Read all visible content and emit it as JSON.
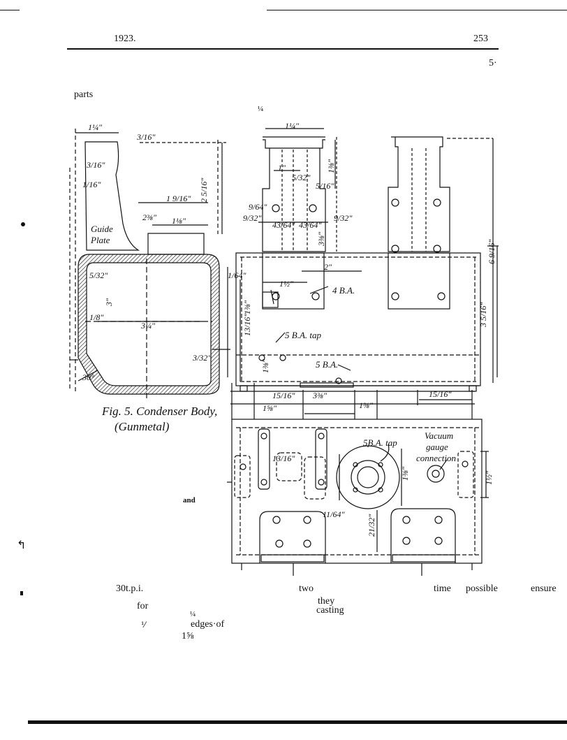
{
  "header": {
    "year": "1923.",
    "page_number": "253",
    "right_fragment": "5·"
  },
  "text_fragments": {
    "parts": "parts",
    "quarter": "¼",
    "and": "and",
    "tpi": "30t.p.i.",
    "two": "two",
    "they": "they",
    "time": "time",
    "possible": "possible",
    "ensure": "ensure",
    "for": "for",
    "casting": "casting",
    "quarter2": "¼",
    "small_frac": "⅟",
    "edges_of": "edges·of",
    "one_five_eighths": "1⅝"
  },
  "figure": {
    "caption_line1": "Fig. 5. Condenser  Body,",
    "caption_line2": "(Gunmetal)",
    "labels": {
      "guide": "Guide",
      "plate": "Plate",
      "four_ba": "4 B.A.",
      "five_ba_tap": "5 B.A. tap",
      "five_ba": "5 B.A.",
      "five_ba_tap_plan": "5B.A. tap",
      "vacuum": "Vacuum",
      "gauge": "gauge",
      "connection": "connection"
    },
    "dimensions": {
      "d1": "1¼\"",
      "d2": "3/16\"",
      "d3": "3/16\"",
      "d4": "1/16\"",
      "d5": "2⅜\"",
      "d6": "1 9/16\"",
      "d7": "1⅛\"",
      "d8": "2 5/16\"",
      "d9": "5/32\"",
      "d10": "3\"",
      "d11": "3¼\"",
      "d12": "1/8\"",
      "d13": "3/32\"",
      "d14": "30°",
      "d15": "1¼\"",
      "d16": "1\"",
      "d17": "5/32\"",
      "d18": "5/16\"",
      "d19": "1⅜\"",
      "d20": "9/64\"",
      "d21": "43/64\"",
      "d22": "43/64\"",
      "d23": "9/32\"",
      "d24": "9/32\"",
      "d25": "3⅜\"",
      "d26": "6 9/16\"",
      "d27": "2\"",
      "d28": "1½\"",
      "d29": "1/64\"",
      "d30": "3 5/16\"",
      "d31": "1⅜\"",
      "d32": "13/16\"",
      "d33": "1⅜\"",
      "d34": "15/16\"",
      "d35": "3⅜\"",
      "d36": "15/16\"",
      "d37": "1⅝\"",
      "d38": "1⅜\"",
      "d39": "13/16\"",
      "d40": "1⅜\"",
      "d41": "11/64\"",
      "d42": "21/32\"",
      "d43": "1½\""
    }
  }
}
